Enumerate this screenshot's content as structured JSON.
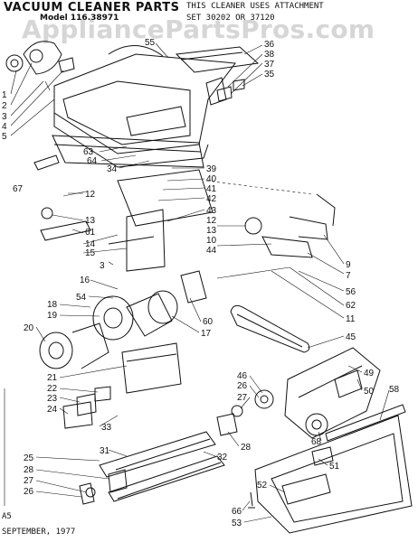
{
  "header": {
    "title": "VACUUM CLEANER PARTS",
    "model": "Model 116.38971",
    "attachment_line1": "THIS CLEANER USES ATTACHMENT",
    "attachment_line2": "SET 30202 OR 37120"
  },
  "watermark": "AppliancePartsPros.com",
  "footer": {
    "page_code": "A5",
    "date": "SEPTEMBER, 1977"
  },
  "callouts": [
    "1",
    "2",
    "3",
    "4",
    "5",
    "55",
    "36",
    "38",
    "37",
    "35",
    "63",
    "64",
    "34",
    "39",
    "40",
    "41",
    "42",
    "67",
    "12",
    "13",
    "61",
    "14",
    "43",
    "12",
    "13",
    "10",
    "44",
    "9",
    "7",
    "15",
    "3",
    "16",
    "56",
    "62",
    "11",
    "18",
    "54",
    "19",
    "20",
    "17",
    "60",
    "45",
    "21",
    "22",
    "23",
    "24",
    "33",
    "46",
    "26",
    "27",
    "28",
    "49",
    "50",
    "68",
    "58",
    "25",
    "28",
    "27",
    "26",
    "31",
    "32",
    "51",
    "52",
    "66",
    "53"
  ]
}
